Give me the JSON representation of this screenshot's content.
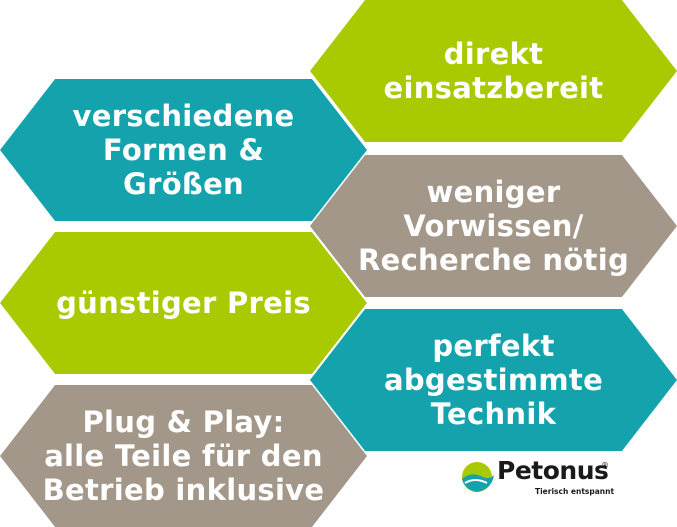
{
  "hexagons": [
    {
      "lines": [
        "direkt",
        "einsatzbereit"
      ],
      "color": "#a9c900"
    },
    {
      "lines": [
        "verschiedene",
        "Formen &",
        "Größen"
      ],
      "color": "#14a3ad"
    },
    {
      "lines": [
        "weniger",
        "Vorwissen/",
        "Recherche nötig"
      ],
      "color": "#a29788"
    },
    {
      "lines": [
        "günstiger Preis"
      ],
      "color": "#a9c900"
    },
    {
      "lines": [
        "perfekt",
        "abgestimmte",
        "Technik"
      ],
      "color": "#14a3ad"
    },
    {
      "lines": [
        "Plug & Play:",
        "alle Teile für den",
        "Betrieb inklusive"
      ],
      "color": "#a29788"
    }
  ],
  "logo": {
    "name": "Petonus",
    "registered": "®",
    "tagline": "Tierisch entspannt",
    "icon": "petonus-logo-icon",
    "colors": {
      "green": "#a9c900",
      "teal": "#14a3ad",
      "text": "#1a1a1a"
    }
  }
}
